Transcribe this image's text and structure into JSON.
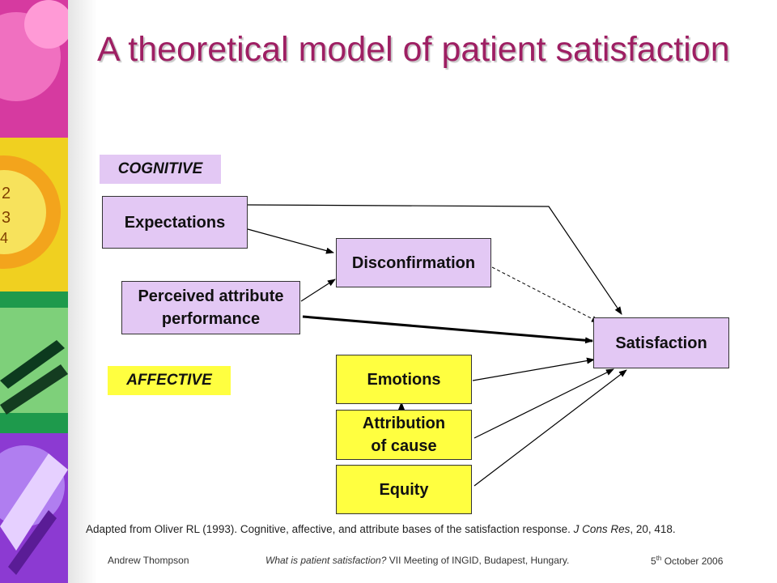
{
  "slide": {
    "title": "A theoretical model of patient satisfaction"
  },
  "diagram": {
    "labels": {
      "cognitive": "COGNITIVE",
      "affective": "AFFECTIVE"
    },
    "nodes": {
      "expectations": "Expectations",
      "perceived_line1": "Perceived attribute",
      "perceived_line2": "performance",
      "disconfirmation": "Disconfirmation",
      "satisfaction": "Satisfaction",
      "emotions": "Emotions",
      "attribution_line1": "Attribution",
      "attribution_line2": "of cause",
      "equity": "Equity"
    }
  },
  "citation": {
    "prefix": "Adapted from Oliver RL (1993).  Cognitive, affective, and attribute bases of the satisfaction response.",
    "journal": "J Cons Res",
    "suffix": ", 20, 418."
  },
  "footer": {
    "author": "Andrew Thompson",
    "talk_title": "What is patient satisfaction?",
    "meeting": " VII Meeting of INGID, Budapest, Hungary.",
    "date_day": "5",
    "date_suffix": "th",
    "date_rest": " October 2006"
  },
  "colors": {
    "title": "#9e1f63",
    "cognitive_fill": "#e3c8f4",
    "affective_fill": "#ffff40"
  }
}
